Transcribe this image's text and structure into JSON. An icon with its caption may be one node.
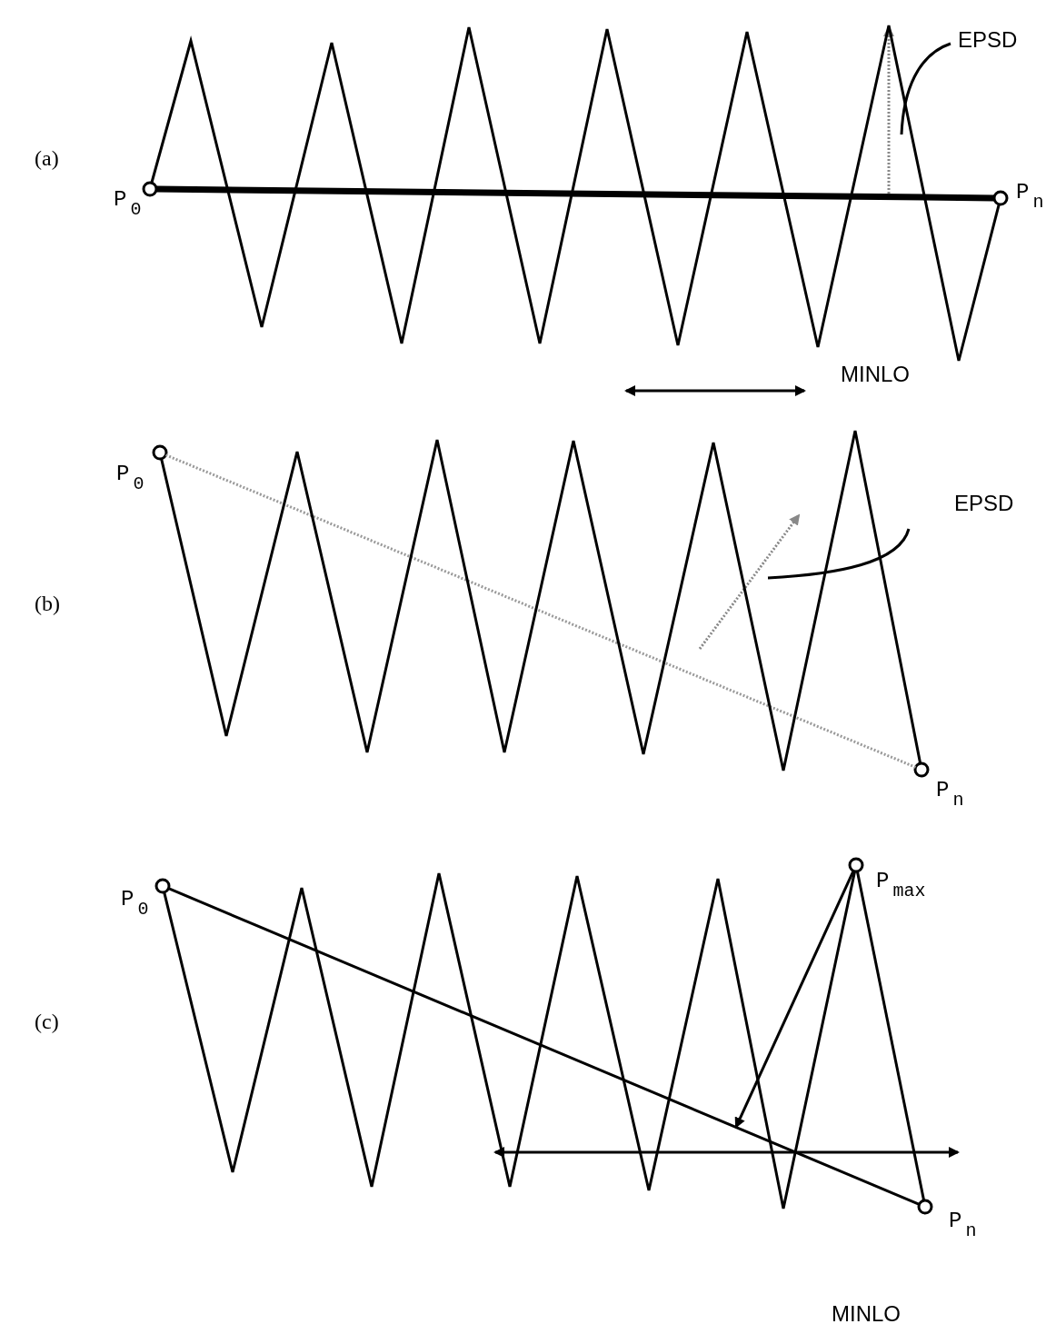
{
  "diagram": {
    "nodes": [
      {
        "text": [
          "P$_{0}$"
        ]
      },
      {
        "text": [
          "P$_{n}$"
        ]
      },
      {
        "text": [
          "EPSD"
        ]
      },
      {
        "text": [
          "P$_{0}$"
        ]
      },
      {
        "text": [
          "P$_{n}$"
        ]
      },
      {
        "text": [
          "EPSD"
        ]
      },
      {
        "text": [
          "P$_{0}$"
        ]
      },
      {
        "text": [
          "P$_{max}$"
        ]
      },
      {
        "text": [
          "P$_{n}$"
        ]
      }
    ],
    "edges": [
      {
        "from": 0,
        "to": 1,
        "arrow": "none",
        "style": "thick"
      },
      {
        "from": 2,
        "to": null,
        "arrow": "none"
      },
      {
        "from": 3,
        "to": 4,
        "arrow": "none",
        "style": "dashed",
        "color": "#9a9a9a"
      },
      {
        "from": 5,
        "to": null,
        "arrow": "none"
      },
      {
        "from": 6,
        "to": 8,
        "arrow": "none"
      },
      {
        "from": 7,
        "to": null,
        "arrow": "to"
      },
      {
        "from": 0,
        "to": 1,
        "arrow": "none"
      },
      {
        "from": 3,
        "to": 4,
        "arrow": "none"
      },
      {
        "from": 6,
        "to": 7,
        "arrow": "none"
      },
      {
        "from": 7,
        "to": 8,
        "arrow": "none"
      }
    ],
    "labels": [
      "(a)",
      "MINLO",
      "(b)",
      "(c)",
      "MINLO"
    ]
  }
}
